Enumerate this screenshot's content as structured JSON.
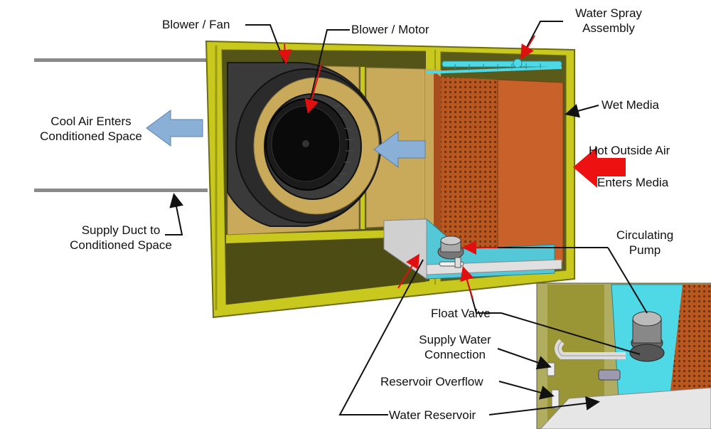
{
  "labels": {
    "blower_fan": "Blower / Fan",
    "blower_motor": "Blower / Motor",
    "water_spray_line1": "Water Spray",
    "water_spray_line2": "Assembly",
    "wet_media": "Wet Media",
    "cool_air_line1": "Cool Air Enters",
    "cool_air_line2": "Conditioned Space",
    "hot_air_line1": "Hot Outside Air",
    "hot_air_line2": "Enters Media",
    "supply_duct_line1": "Supply Duct to",
    "supply_duct_line2": "Conditioned Space",
    "circulating_pump_line1": "Circulating",
    "circulating_pump_line2": "Pump",
    "float_valve": "Float Valve",
    "supply_water_line1": "Supply Water",
    "supply_water_line2": "Connection",
    "reservoir_overflow": "Reservoir Overflow",
    "water_reservoir": "Water Reservoir"
  },
  "colors": {
    "cabinet": "#c8c81e",
    "cabinet_dark": "#8a8a10",
    "interior": "#5c5a1c",
    "panel": "#c9a95a",
    "blower_housing": "#3a3a3a",
    "blower_wheel": "#141414",
    "media": "#c8622a",
    "media_dark": "#8a3e15",
    "spray": "#4fd8e6",
    "cool_arrow": "#8ab0d8",
    "hot_arrow": "#ee1111",
    "callout_red": "#e01010",
    "callout_black": "#111111",
    "duct": "#888888"
  }
}
